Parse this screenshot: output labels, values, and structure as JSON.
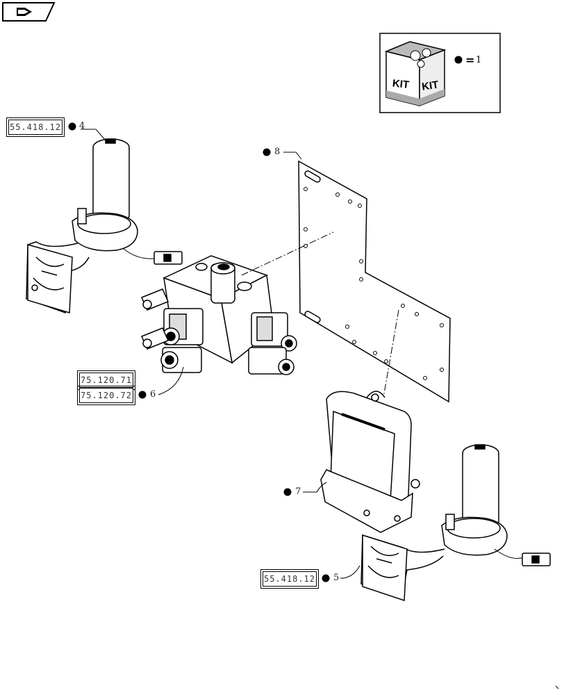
{
  "kit_legend": {
    "kit_label_left": "KIT",
    "kit_label_right": "KIT",
    "equals_sign": "=",
    "number": "1"
  },
  "references": {
    "ref_top_left": "55.418.12",
    "ref_mid_1": "75.120.71",
    "ref_mid_2": "75.120.72",
    "ref_bottom": "55.418.12"
  },
  "callouts": {
    "item_4": "4",
    "item_5": "5",
    "item_6": "6",
    "item_7": "7",
    "item_8": "8"
  },
  "icons": {
    "nav": "arrow-right-icon"
  }
}
